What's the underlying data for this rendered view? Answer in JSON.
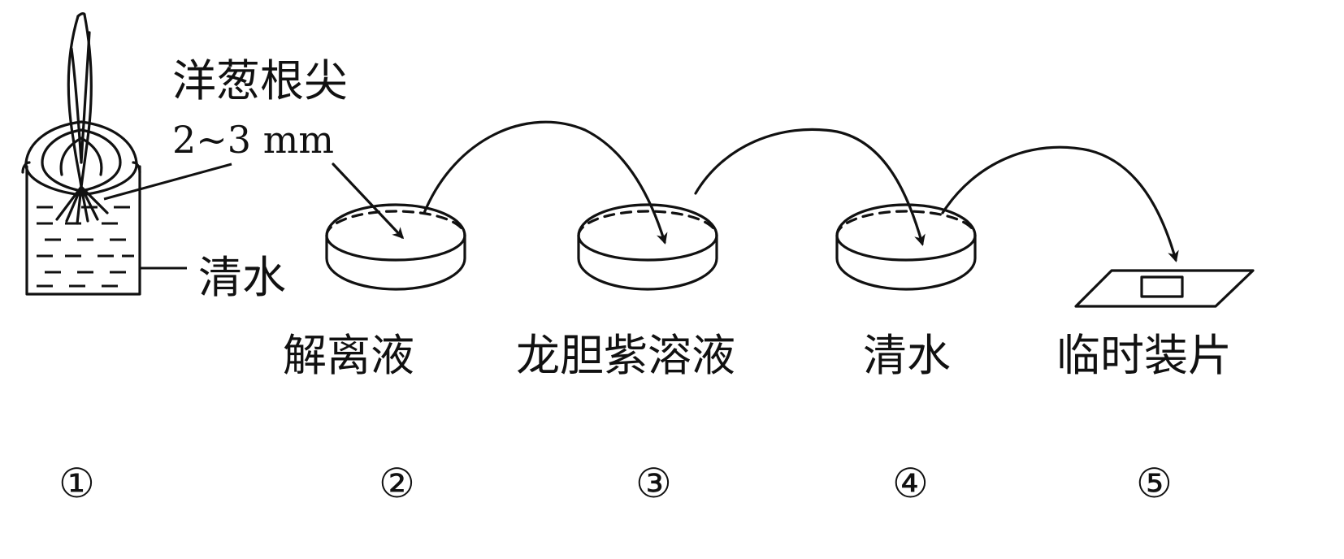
{
  "labels": {
    "root_tip": "洋葱根尖",
    "length": "2~3 mm",
    "water_beaker": "清水",
    "step2": "解离液",
    "step3": "龙胆紫溶液",
    "step4": "清水",
    "step5": "临时装片"
  },
  "steps": [
    {
      "number": "①"
    },
    {
      "number": "②"
    },
    {
      "number": "③"
    },
    {
      "number": "④"
    },
    {
      "number": "⑤"
    }
  ]
}
